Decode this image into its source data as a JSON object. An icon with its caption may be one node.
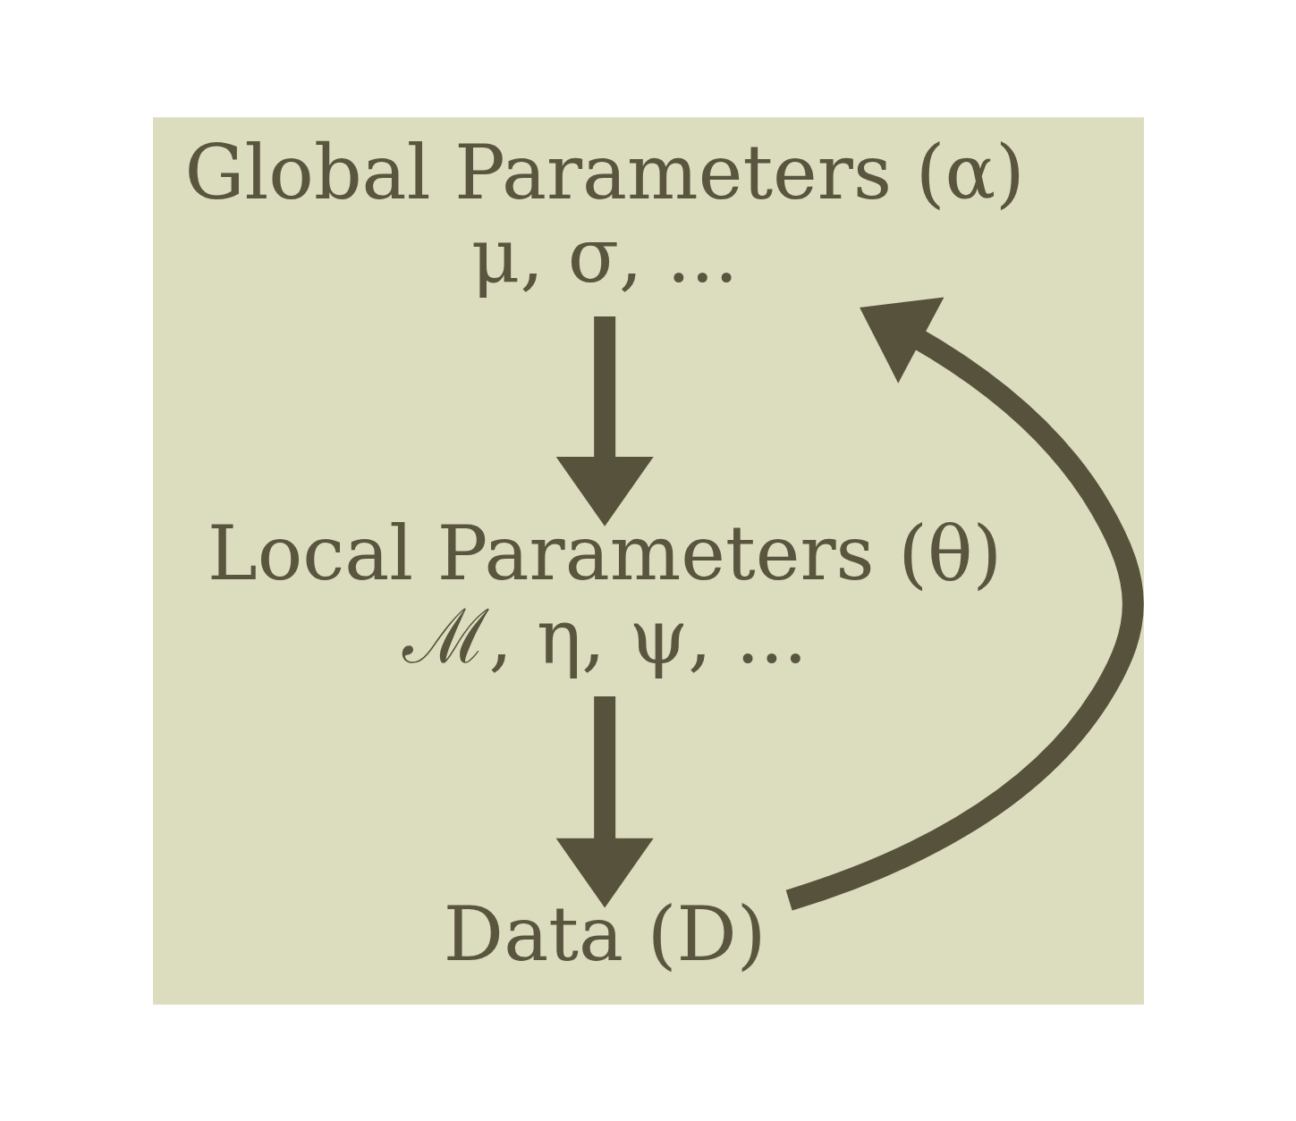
{
  "diagram": {
    "nodes": [
      {
        "text": [
          "Global Parameters (α)",
          "μ, σ, ..."
        ]
      },
      {
        "text": [
          "Local Parameters (θ)",
          "ℳ, η, ψ, ..."
        ]
      },
      {
        "text": [
          "Data (D)"
        ]
      }
    ],
    "edges": [
      {
        "from": 0,
        "to": 1,
        "arrow": "to"
      },
      {
        "from": 1,
        "to": 2,
        "arrow": "to"
      },
      {
        "from": 2,
        "to": 0,
        "arrow": "to"
      }
    ]
  }
}
